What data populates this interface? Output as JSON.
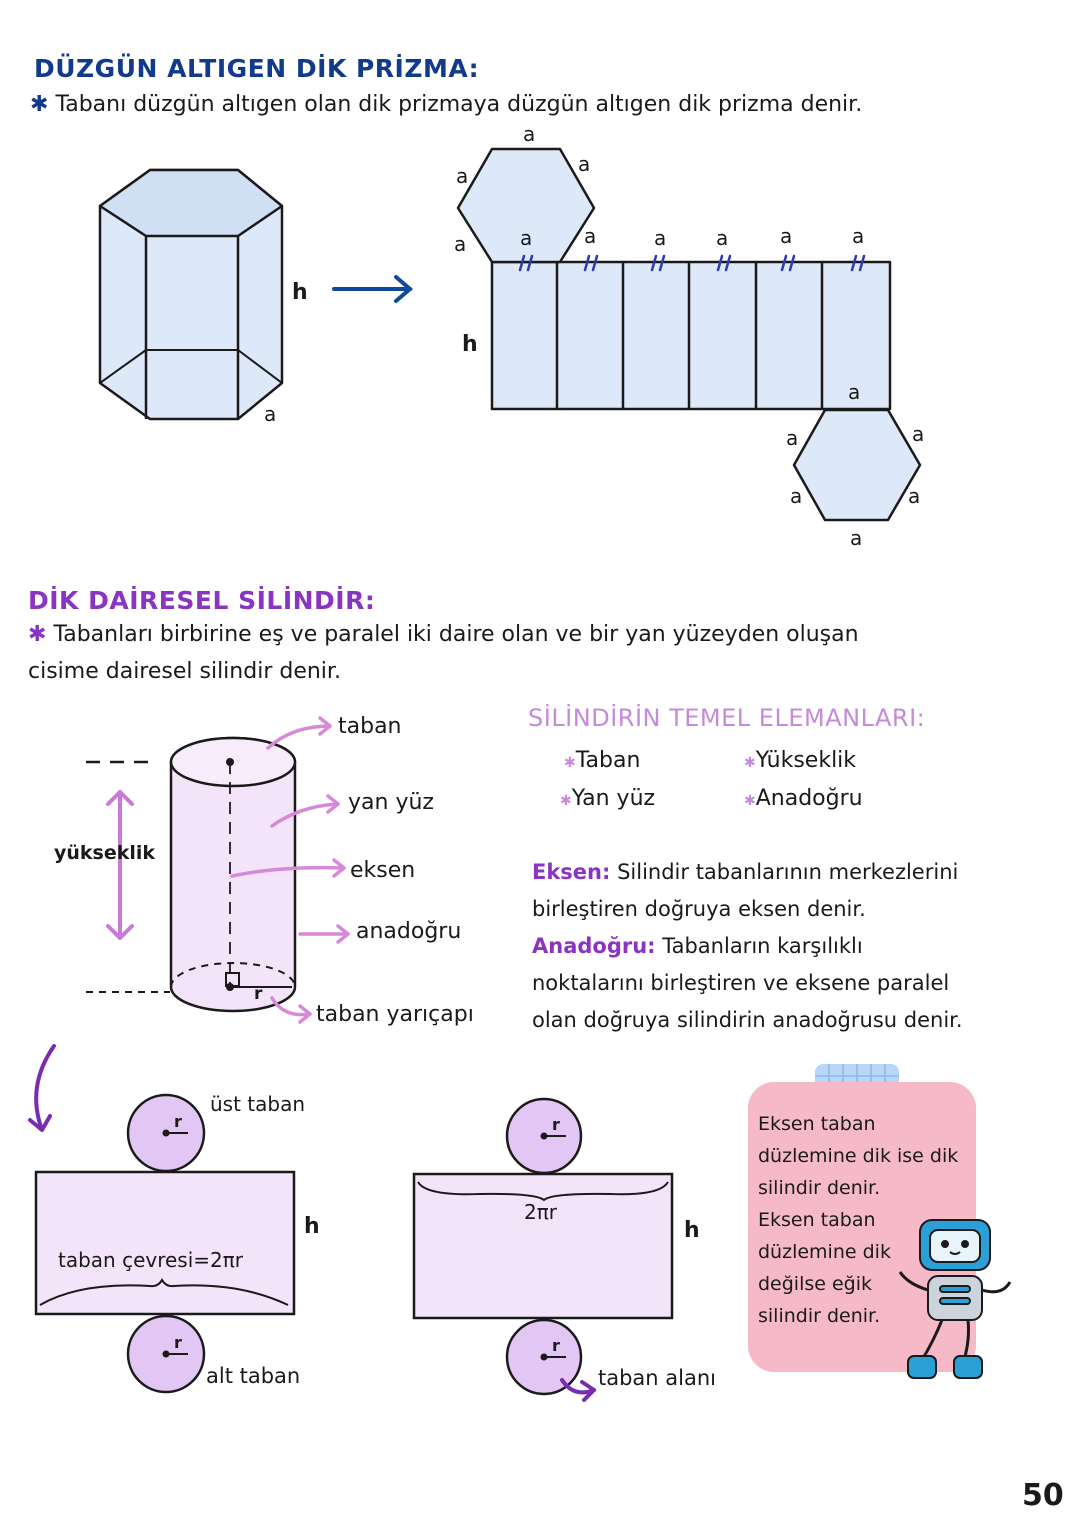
{
  "prism": {
    "title": "DÜZGÜN ALTIGEN DİK PRİZMA:",
    "description": "Tabanı düzgün altıgen olan dik prizmaya düzgün altıgen dik prizma denir.",
    "label_h": "h",
    "label_a": "a"
  },
  "cylinder": {
    "title": "DİK DAİRESEL SİLİNDİR:",
    "description_line1": "Tabanları birbirine eş ve paralel iki daire olan ve bir yan yüzeyden oluşan",
    "description_line2": "cisime dairesel silindir denir.",
    "label_taban": "taban",
    "label_yan_yuz": "yan yüz",
    "label_eksen": "eksen",
    "label_anadogru": "anadoğru",
    "label_taban_yaricapi": "taban yarıçapı",
    "label_yukseklik": "yükseklik",
    "label_r": "r"
  },
  "elements": {
    "title": "SİLİNDİRİN TEMEL ELEMANLARI:",
    "items": [
      "Taban",
      "Yükseklik",
      "Yan yüz",
      "Anadoğru"
    ]
  },
  "definitions": {
    "eksen_term": "Eksen:",
    "eksen_line1": " Silindir tabanlarının merkezlerini",
    "eksen_line2": "birleştiren doğruya eksen denir.",
    "anadogru_term": "Anadoğru:",
    "anadogru_line1": " Tabanların karşılıklı",
    "anadogru_line2": "noktalarını birleştiren ve eksene paralel",
    "anadogru_line3": "olan doğruya silindirin anadoğrusu denir."
  },
  "net": {
    "ust_taban": "üst taban",
    "alt_taban": "alt taban",
    "taban_cevresi": "taban çevresi=2πr",
    "two_pi_r": "2πr",
    "taban_alani": "taban alanı",
    "label_h": "h",
    "label_r": "r"
  },
  "note": {
    "lines": [
      "Eksen taban",
      "düzlemine dik ise dik",
      "silindir denir.",
      "Eksen taban",
      "düzlemine dik",
      "değilse eğik",
      "silindir denir."
    ]
  },
  "page_number": "50",
  "colors": {
    "prism_fill": "#dde9f8",
    "cylinder_fill": "#f3e4fa",
    "circle_fill": "#e2c6f3",
    "pink_arrow": "#d789d8",
    "purple_arrow": "#7a2cb0",
    "blue_arrow": "#0d4a9c",
    "note_bg": "#f6b9c8"
  }
}
